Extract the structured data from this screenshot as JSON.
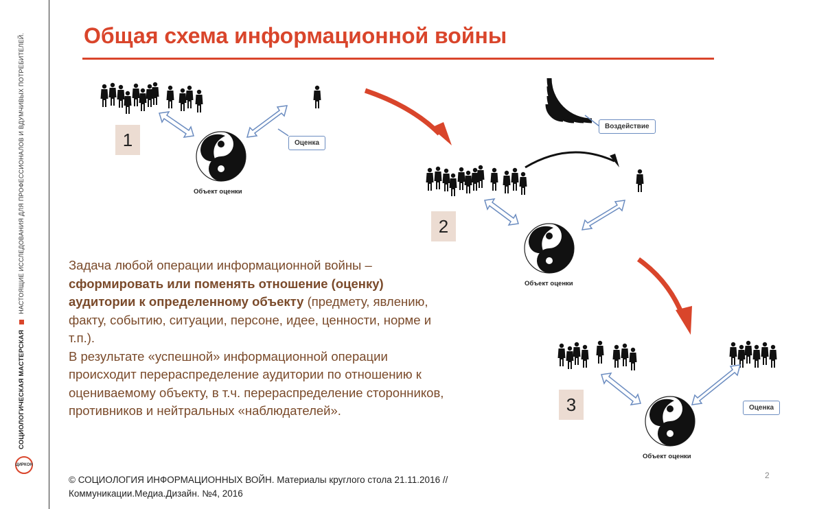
{
  "sidebar": {
    "org_name": "СОЦИОЛОГИЧЕСКАЯ МАСТЕРСКАЯ",
    "tagline": "НАСТОЯЩИЕ ИССЛЕДОВАНИЯ ДЛЯ ПРОФЕССИОНАЛОВ И ВДУМЧИВЫХ ПОТРЕБИТЕЛЕЙ.",
    "logo_text": "ЦИРКОН",
    "accent_color": "#d9452b"
  },
  "title": "Общая схема информационной войны",
  "stages": [
    {
      "number": "1",
      "object_label": "Объект оценки",
      "callout": "Оценка"
    },
    {
      "number": "2",
      "object_label": "Объект оценки",
      "callout": "Воздействие"
    },
    {
      "number": "3",
      "object_label": "Объект оценки",
      "callout": "Оценка"
    }
  ],
  "body": {
    "line1": "Задача любой операции информационной войны –",
    "bold": "сформировать или поменять отношение (оценку) аудитории к определенному объекту",
    "rest": " (предмету, явлению, факту, событию, ситуации, персоне, идее, ценности, норме и т.п.).",
    "para2": "В результате «успешной» информационной операции происходит перераспределение аудитории по отношению к оцениваемому объекту, в т.ч. перераспределение сторонников, противников и нейтральных «наблюдателей»."
  },
  "footer": {
    "line1": "© СОЦИОЛОГИЯ ИНФОРМАЦИОННЫХ ВОЙН. Материалы круглого стола 21.11.2016 //",
    "line2": "Коммуникации.Медиа.Дизайн. №4, 2016"
  },
  "page_number": "2",
  "colors": {
    "accent": "#d9452b",
    "arrow_outline": "#6b8cc0",
    "text_brown": "#7a4a2a"
  }
}
